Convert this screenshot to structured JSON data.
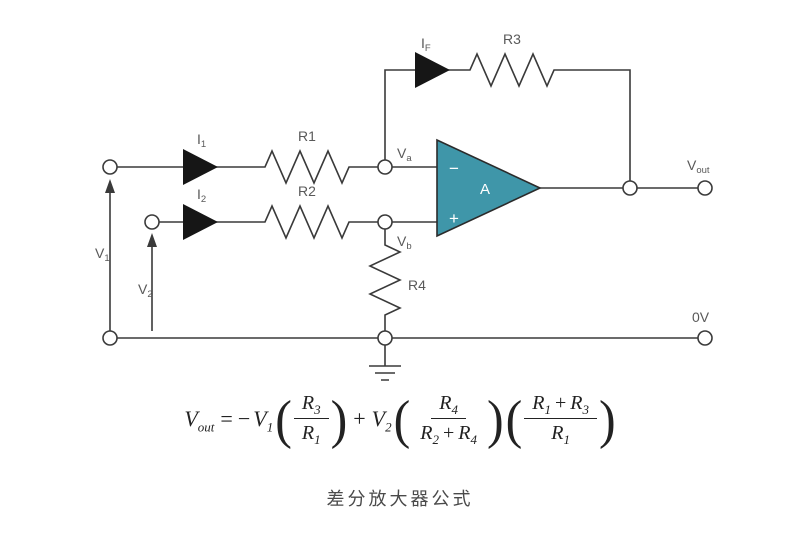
{
  "circuit": {
    "colors": {
      "wire": "#3a3a3a",
      "arrow": "#161616",
      "label": "#595959",
      "opamp_fill": "#3f96a9",
      "opamp_stroke": "#2b2b2b"
    },
    "opamp": {
      "name": "A",
      "inverting_sign": "−",
      "noninverting_sign": "+"
    },
    "labels": {
      "if_base": "I",
      "if_sub": "F",
      "r3": "R3",
      "i1_base": "I",
      "i1_sub": "1",
      "r1": "R1",
      "i2_base": "I",
      "i2_sub": "2",
      "r2": "R2",
      "va_base": "V",
      "va_sub": "a",
      "vb_base": "V",
      "vb_sub": "b",
      "r4": "R4",
      "vout_base": "V",
      "vout_sub": "out",
      "zero_v": "0V",
      "v1_base": "V",
      "v1_sub": "1",
      "v2_base": "V",
      "v2_sub": "2"
    }
  },
  "formula": {
    "lhs_base": "V",
    "lhs_sub": "out",
    "equals": "=",
    "minus": "−",
    "term1_coef_base": "V",
    "term1_coef_sub": "1",
    "term1_num_base": "R",
    "term1_num_sub": "3",
    "term1_den_base": "R",
    "term1_den_sub": "1",
    "plus": "+",
    "term2_coef_base": "V",
    "term2_coef_sub": "2",
    "term2_num_base": "R",
    "term2_num_sub": "4",
    "term2_den_1_base": "R",
    "term2_den_1_sub": "2",
    "term2_den_plus": "+",
    "term2_den_2_base": "R",
    "term2_den_2_sub": "4",
    "term3_num_1_base": "R",
    "term3_num_1_sub": "1",
    "term3_num_plus": "+",
    "term3_num_2_base": "R",
    "term3_num_2_sub": "3",
    "term3_den_base": "R",
    "term3_den_sub": "1",
    "lparen": "(",
    "rparen": ")"
  },
  "caption": "差分放大器公式"
}
